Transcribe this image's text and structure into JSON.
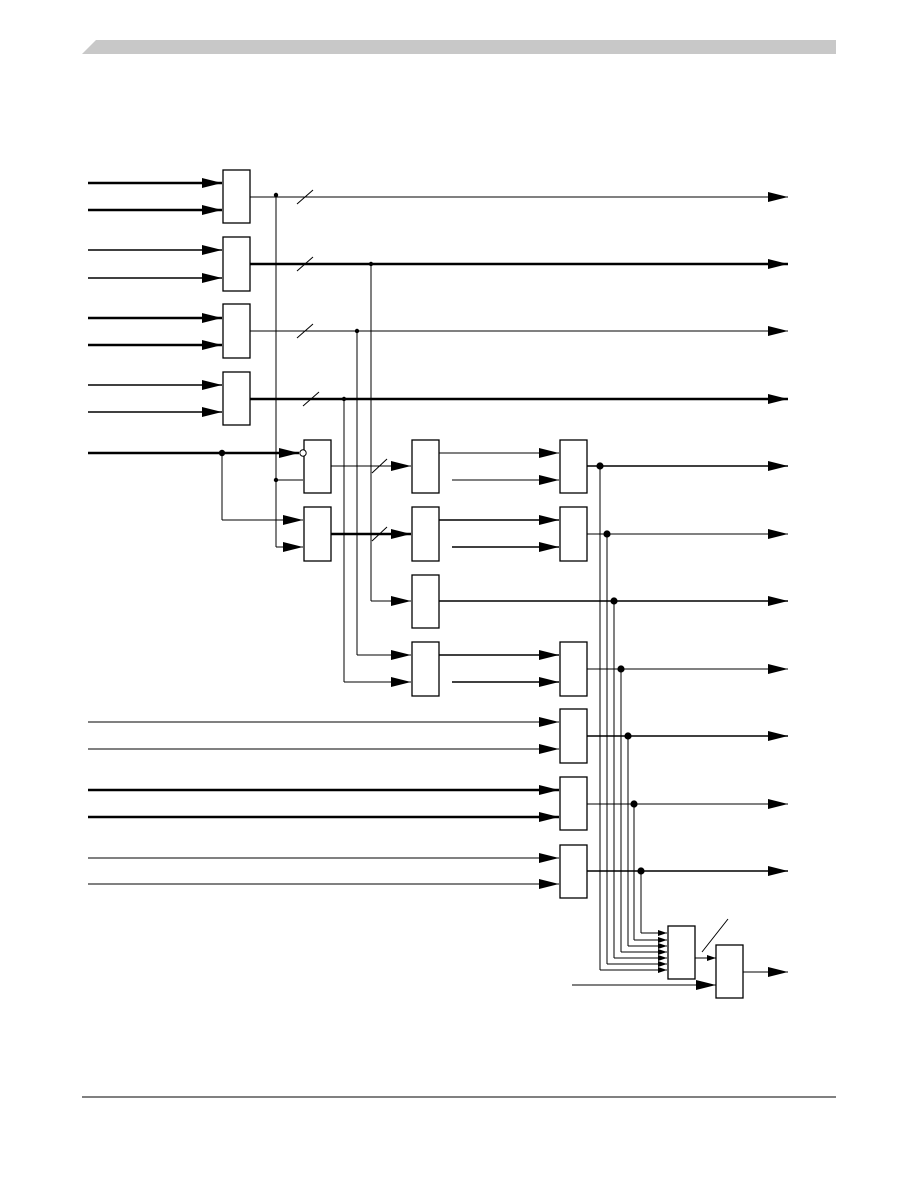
{
  "page": {
    "header_bar_color": "#c8c8c8",
    "line_color": "#000000"
  },
  "diagram": {
    "left_input_blocks": 4,
    "middle_blocks": 6,
    "right_blocks": 7,
    "output_lines": 12,
    "final_blocks": 2
  }
}
